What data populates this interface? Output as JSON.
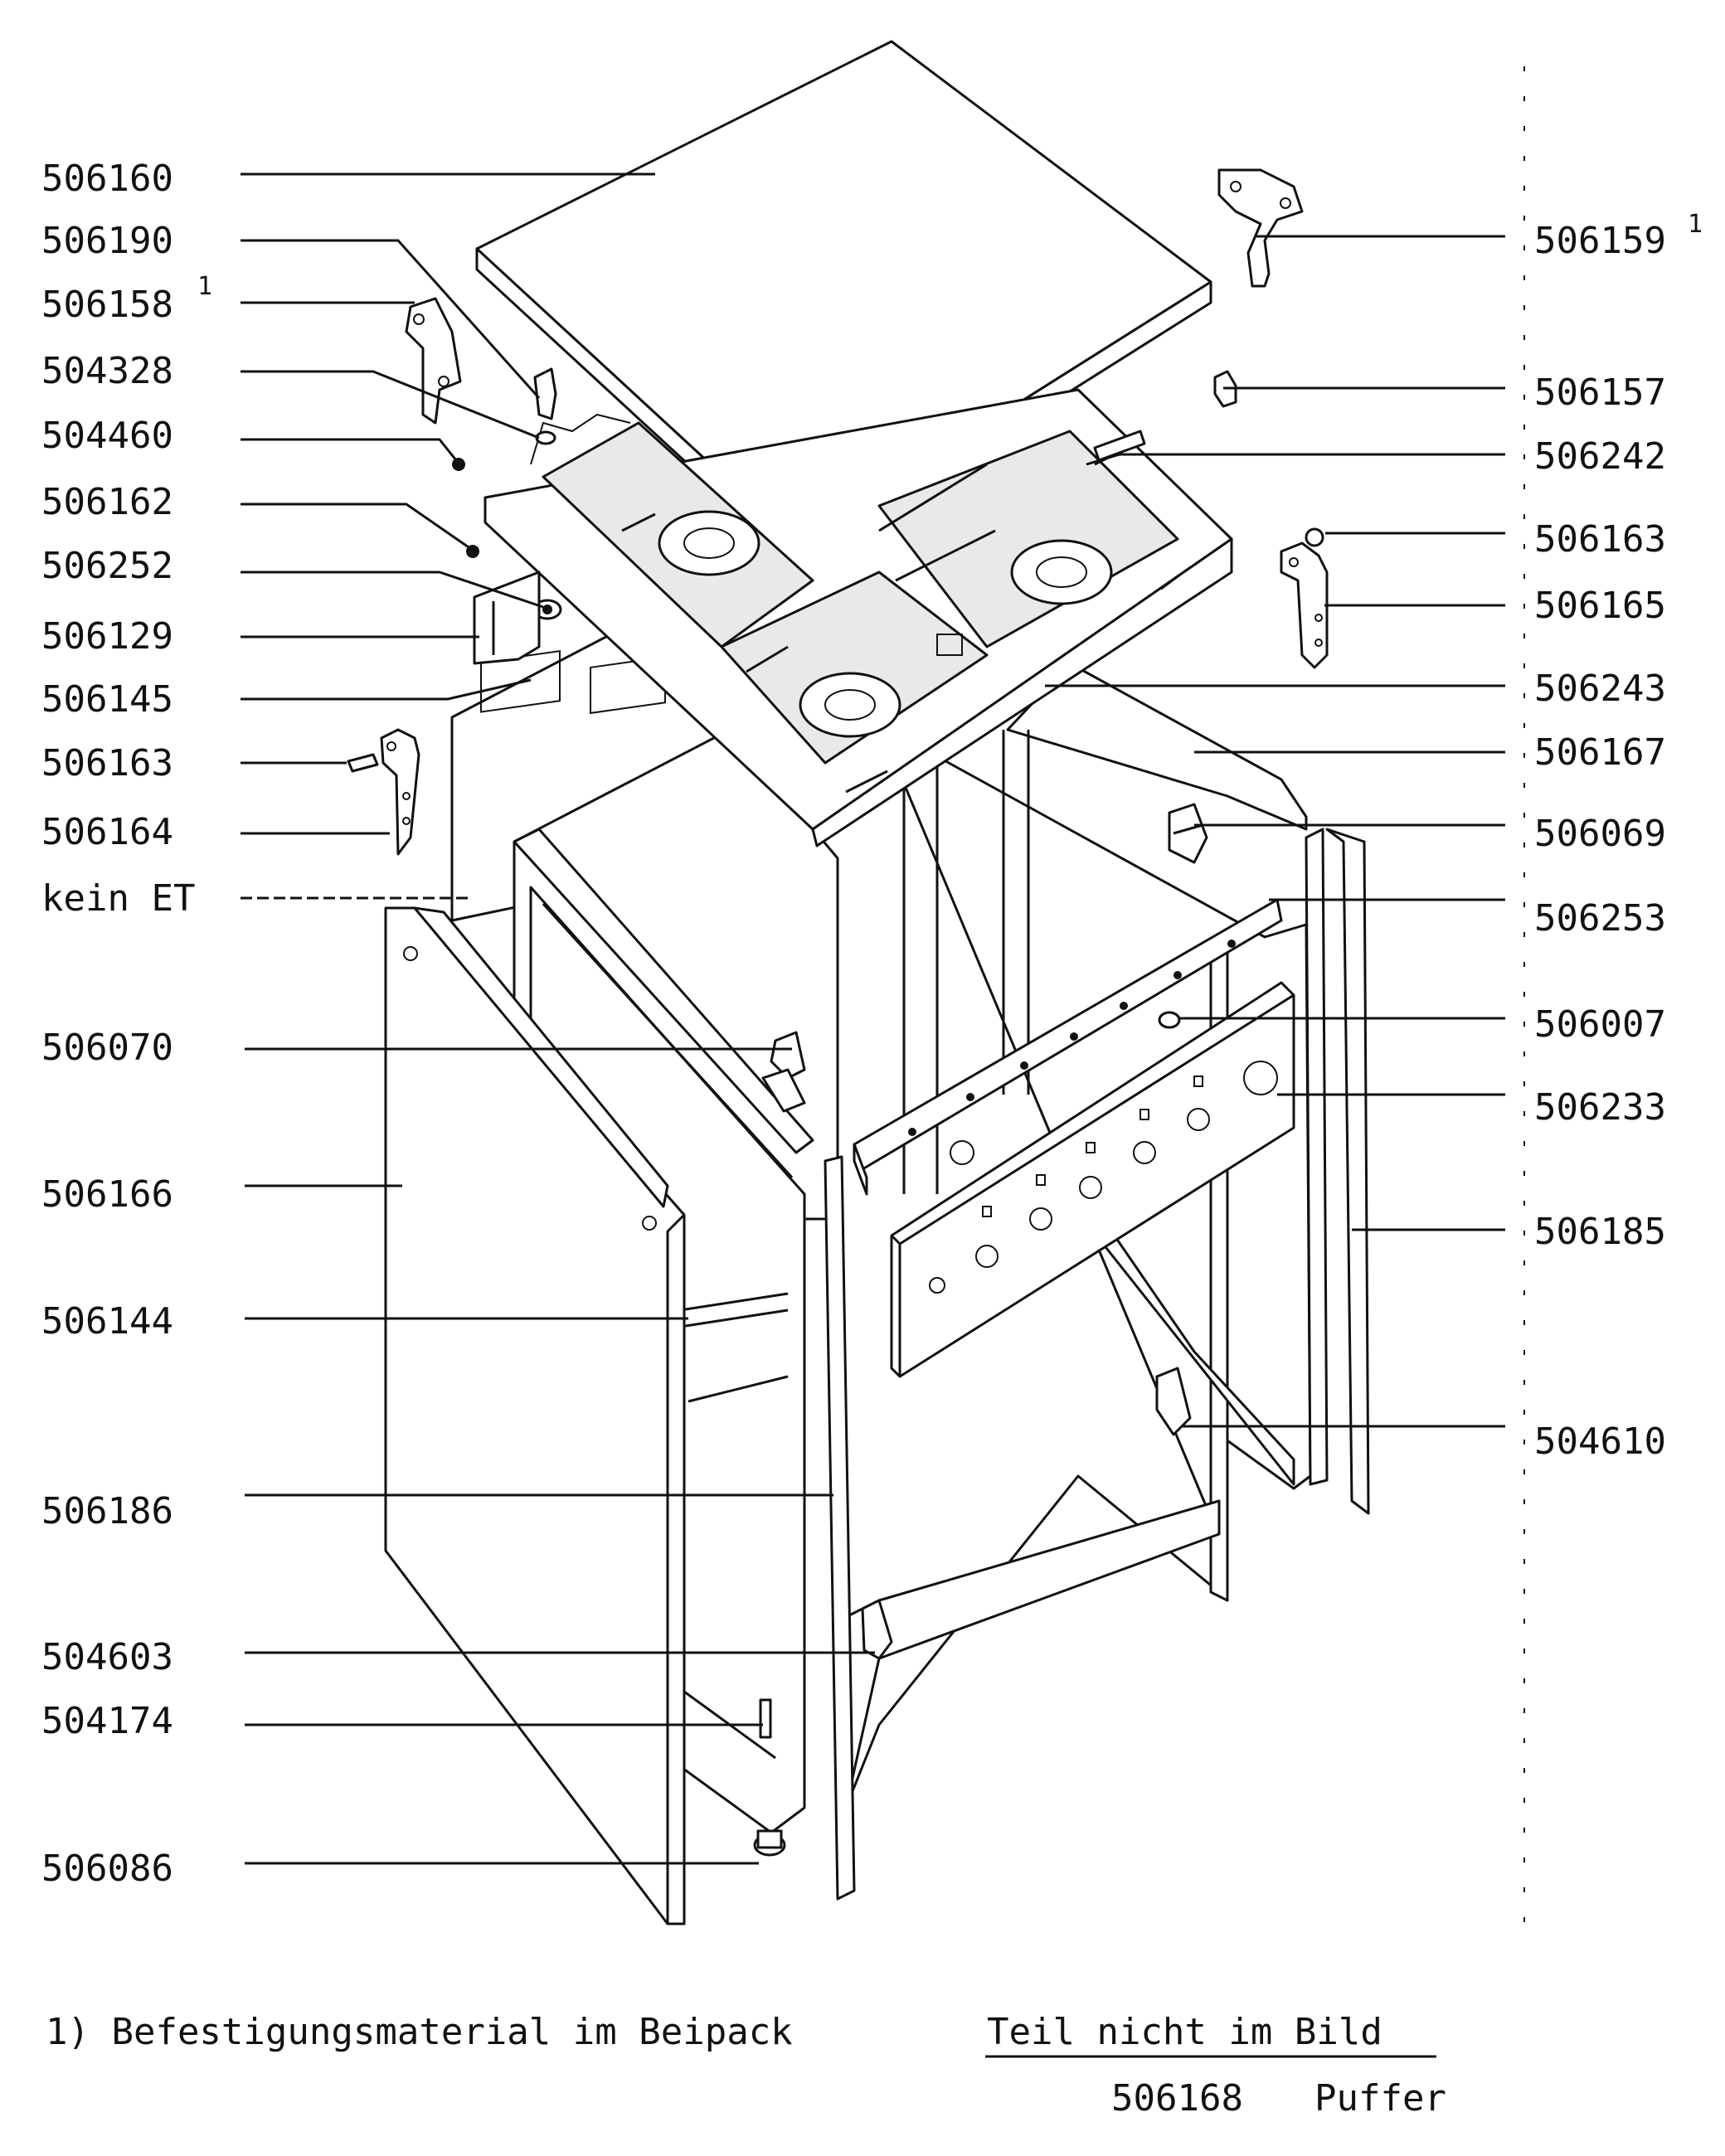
{
  "labels_left": [
    {
      "id": "506160",
      "text": "506160",
      "sup": ""
    },
    {
      "id": "506190",
      "text": "506190",
      "sup": ""
    },
    {
      "id": "506158",
      "text": "506158",
      "sup": "1"
    },
    {
      "id": "504328",
      "text": "504328",
      "sup": ""
    },
    {
      "id": "504460",
      "text": "504460",
      "sup": ""
    },
    {
      "id": "506162",
      "text": "506162",
      "sup": ""
    },
    {
      "id": "506252",
      "text": "506252",
      "sup": ""
    },
    {
      "id": "506129",
      "text": "506129",
      "sup": ""
    },
    {
      "id": "506145",
      "text": "506145",
      "sup": ""
    },
    {
      "id": "506163a",
      "text": "506163",
      "sup": ""
    },
    {
      "id": "506164",
      "text": "506164",
      "sup": ""
    },
    {
      "id": "keinET",
      "text": "kein ET",
      "sup": ""
    },
    {
      "id": "506070",
      "text": "506070",
      "sup": ""
    },
    {
      "id": "506166",
      "text": "506166",
      "sup": ""
    },
    {
      "id": "506144",
      "text": "506144",
      "sup": ""
    },
    {
      "id": "506186",
      "text": "506186",
      "sup": ""
    },
    {
      "id": "504603",
      "text": "504603",
      "sup": ""
    },
    {
      "id": "504174",
      "text": "504174",
      "sup": ""
    },
    {
      "id": "506086",
      "text": "506086",
      "sup": ""
    }
  ],
  "labels_right": [
    {
      "id": "506159",
      "text": "506159",
      "sup": "1"
    },
    {
      "id": "506157",
      "text": "506157",
      "sup": ""
    },
    {
      "id": "506242",
      "text": "506242",
      "sup": ""
    },
    {
      "id": "506163b",
      "text": "506163",
      "sup": ""
    },
    {
      "id": "506165",
      "text": "506165",
      "sup": ""
    },
    {
      "id": "506243",
      "text": "506243",
      "sup": ""
    },
    {
      "id": "506167",
      "text": "506167",
      "sup": ""
    },
    {
      "id": "506069",
      "text": "506069",
      "sup": ""
    },
    {
      "id": "506253",
      "text": "506253",
      "sup": ""
    },
    {
      "id": "506007",
      "text": "506007",
      "sup": ""
    },
    {
      "id": "506233",
      "text": "506233",
      "sup": ""
    },
    {
      "id": "506185",
      "text": "506185",
      "sup": ""
    },
    {
      "id": "504610",
      "text": "504610",
      "sup": ""
    }
  ],
  "footnote": "1) Befestigungsmaterial im Beipack",
  "not_shown": {
    "heading": "Teil nicht im Bild",
    "part_number": "506168",
    "part_name": "Puffer"
  }
}
